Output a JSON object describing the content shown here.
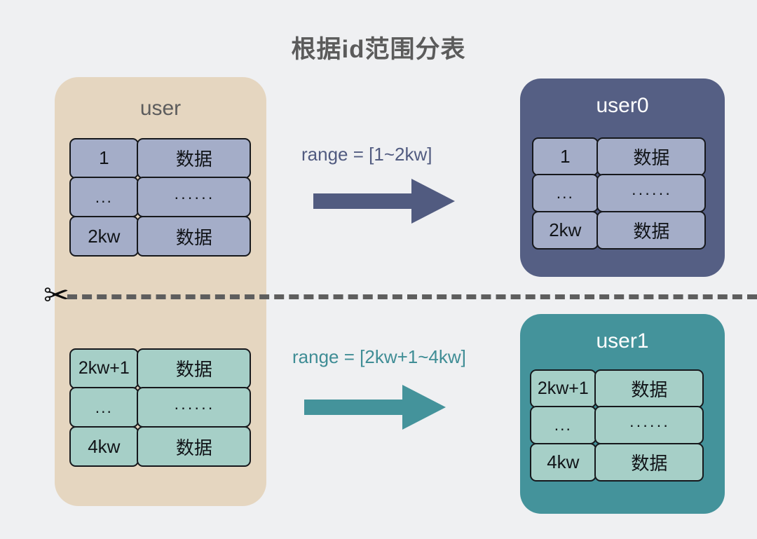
{
  "title": "根据id范围分表",
  "colors": {
    "background": "#eff0f2",
    "source_panel": "#e5d6c0",
    "shard0_panel": "#555f84",
    "shard1_panel": "#44939b",
    "blue_cell": "#a4adc8",
    "teal_cell": "#a6cfc7",
    "arrow_blue": "#515b80",
    "arrow_teal": "#44939b",
    "cut_line": "#5e5e5e",
    "title_text": "#5b5b5b"
  },
  "source_table": {
    "name": "user",
    "top_rows": [
      {
        "key": "1",
        "value": "数据"
      },
      {
        "key": "...",
        "value": "······"
      },
      {
        "key": "2kw",
        "value": "数据"
      }
    ],
    "bottom_rows": [
      {
        "key": "2kw+1",
        "value": "数据"
      },
      {
        "key": "...",
        "value": "······"
      },
      {
        "key": "4kw",
        "value": "数据"
      }
    ]
  },
  "shards": [
    {
      "name": "user0",
      "range_label": "range = [1~2kw]",
      "rows": [
        {
          "key": "1",
          "value": "数据"
        },
        {
          "key": "...",
          "value": "······"
        },
        {
          "key": "2kw",
          "value": "数据"
        }
      ]
    },
    {
      "name": "user1",
      "range_label": "range = [2kw+1~4kw]",
      "rows": [
        {
          "key": "2kw+1",
          "value": "数据"
        },
        {
          "key": "...",
          "value": "······"
        },
        {
          "key": "4kw",
          "value": "数据"
        }
      ]
    }
  ],
  "cut": {
    "icon": "scissors-icon",
    "glyph": "✂"
  }
}
